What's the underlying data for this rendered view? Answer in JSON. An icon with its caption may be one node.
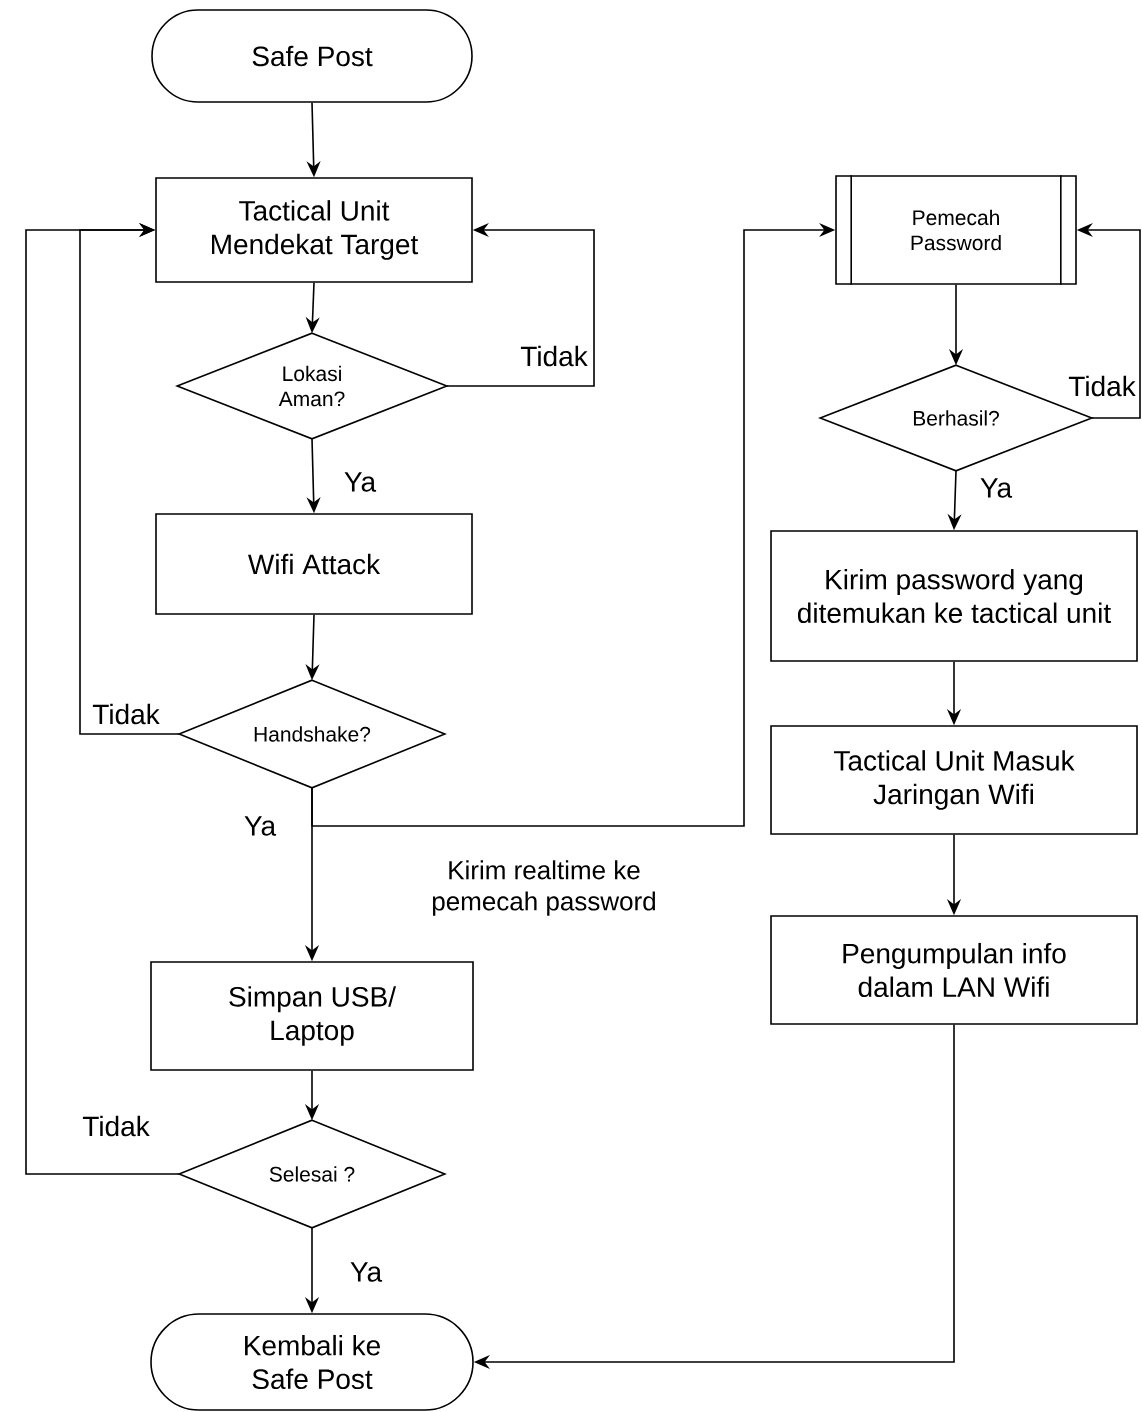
{
  "diagram": {
    "nodes": [
      {
        "text": [
          "Safe Post"
        ]
      },
      {
        "text": [
          "Tactical Unit Mendekat Target"
        ]
      },
      {
        "text": [
          "Lokasi Aman?"
        ]
      },
      {
        "text": [
          "Wifi Attack"
        ]
      },
      {
        "text": [
          "Handshake?"
        ]
      },
      {
        "text": [
          "Simpan USB/ Laptop"
        ]
      },
      {
        "text": [
          "Selesai ?"
        ]
      },
      {
        "text": [
          "Kembali ke Safe Post"
        ]
      },
      {
        "text": [
          "Pemecah Password"
        ]
      },
      {
        "text": [
          "Berhasil?"
        ]
      },
      {
        "text": [
          "Kirim password yang ditemukan ke tactical unit"
        ]
      },
      {
        "text": [
          "Tactical Unit Masuk Jaringan Wifi"
        ]
      },
      {
        "text": [
          "Pengumpulan info dalam LAN Wifi"
        ]
      }
    ],
    "edges": [
      {
        "from": 0,
        "to": 1,
        "arrow": "to"
      },
      {
        "from": 1,
        "to": 2,
        "arrow": "to"
      },
      {
        "from": 2,
        "to": 1,
        "arrow": "to",
        "label": "Tidak"
      },
      {
        "from": 2,
        "to": 3,
        "arrow": "to",
        "label": "Ya"
      },
      {
        "from": 3,
        "to": 4,
        "arrow": "to"
      },
      {
        "from": 4,
        "to": 1,
        "arrow": "to",
        "label": "Tidak"
      },
      {
        "from": 4,
        "to": 5,
        "arrow": "to",
        "label": "Ya"
      },
      {
        "from": 4,
        "to": 8,
        "arrow": "to",
        "label": "Kirim realtime ke pemecah password"
      },
      {
        "from": 5,
        "to": 6,
        "arrow": "to"
      },
      {
        "from": 6,
        "to": 1,
        "arrow": "to",
        "label": "Tidak"
      },
      {
        "from": 6,
        "to": 7,
        "arrow": "to",
        "label": "Ya"
      },
      {
        "from": 8,
        "to": 9,
        "arrow": "to"
      },
      {
        "from": 9,
        "to": 8,
        "arrow": "to",
        "label": "Tidak"
      },
      {
        "from": 9,
        "to": 10,
        "arrow": "to",
        "label": "Ya"
      },
      {
        "from": 10,
        "to": 11,
        "arrow": "to"
      },
      {
        "from": 11,
        "to": 12,
        "arrow": "to"
      },
      {
        "from": 12,
        "to": 7,
        "arrow": "to"
      }
    ]
  }
}
